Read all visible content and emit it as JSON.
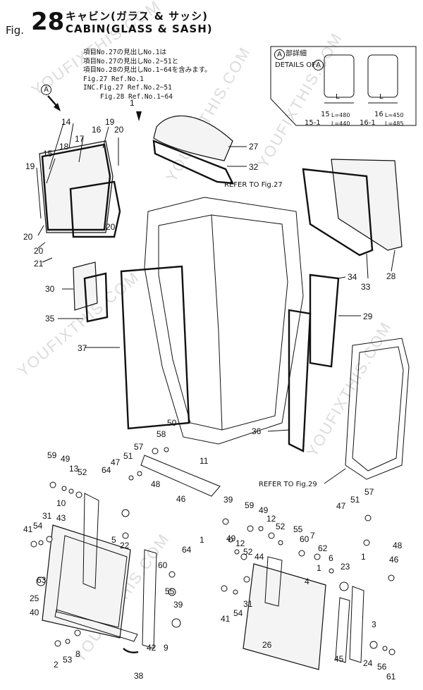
{
  "header": {
    "fig_prefix": "Fig.",
    "fig_number": "28",
    "title_jp": "キャビン(ガラス & サッシ)",
    "title_en": "CABIN(GLASS & SASH)"
  },
  "notes": [
    "項目No.27の見出しNo.1は",
    "項目No.27の見出しNo.2~51と",
    "項目No.28の見出しNo.1~64を含みます。",
    "Fig.27 Ref.No.1",
    "INC.Fig.27 Ref.No.2~51",
    "Fig.28 Ref.No.1~64"
  ],
  "details": {
    "marker": "A",
    "title_jp": "部詳細",
    "title_en": "DETAILS OF",
    "dim_label": "L",
    "specs": [
      {
        "ref": "15",
        "length": "L=480"
      },
      {
        "ref": "16",
        "length": "L=450"
      },
      {
        "ref": "15-1",
        "length": "L=440"
      },
      {
        "ref": "16-1",
        "length": "L=485"
      }
    ]
  },
  "references": {
    "upper": "REFER TO Fig.27",
    "lower": "REFER TO Fig.29"
  },
  "view_marker": "A",
  "watermark": "YOUFIXTHIS.COM",
  "callouts": [
    {
      "id": "c1a",
      "text": "1"
    },
    {
      "id": "c14",
      "text": "14"
    },
    {
      "id": "c16",
      "text": "16"
    },
    {
      "id": "c19a",
      "text": "19"
    },
    {
      "id": "c18",
      "text": "18"
    },
    {
      "id": "c17",
      "text": "17"
    },
    {
      "id": "c15",
      "text": "15"
    },
    {
      "id": "c20a",
      "text": "20"
    },
    {
      "id": "c19b",
      "text": "19"
    },
    {
      "id": "c20b",
      "text": "20"
    },
    {
      "id": "c20c",
      "text": "20"
    },
    {
      "id": "c20d",
      "text": "20"
    },
    {
      "id": "c21",
      "text": "21"
    },
    {
      "id": "c27",
      "text": "27"
    },
    {
      "id": "c32",
      "text": "32"
    },
    {
      "id": "c28",
      "text": "28"
    },
    {
      "id": "c33",
      "text": "33"
    },
    {
      "id": "c34",
      "text": "34"
    },
    {
      "id": "c29",
      "text": "29"
    },
    {
      "id": "c30",
      "text": "30"
    },
    {
      "id": "c35",
      "text": "35"
    },
    {
      "id": "c37",
      "text": "37"
    },
    {
      "id": "c36",
      "text": "36"
    },
    {
      "id": "c58",
      "text": "58"
    },
    {
      "id": "c50",
      "text": "50"
    },
    {
      "id": "c59a",
      "text": "59"
    },
    {
      "id": "c49a",
      "text": "49"
    },
    {
      "id": "c13",
      "text": "13"
    },
    {
      "id": "c52a",
      "text": "52"
    },
    {
      "id": "c57a",
      "text": "57"
    },
    {
      "id": "c51a",
      "text": "51"
    },
    {
      "id": "c64a",
      "text": "64"
    },
    {
      "id": "c47a",
      "text": "47"
    },
    {
      "id": "c11",
      "text": "11"
    },
    {
      "id": "c48a",
      "text": "48"
    },
    {
      "id": "c10",
      "text": "10"
    },
    {
      "id": "c43",
      "text": "43"
    },
    {
      "id": "c31a",
      "text": "31"
    },
    {
      "id": "c41a",
      "text": "41"
    },
    {
      "id": "c54a",
      "text": "54"
    },
    {
      "id": "c5",
      "text": "5"
    },
    {
      "id": "c22",
      "text": "22"
    },
    {
      "id": "c46a",
      "text": "46"
    },
    {
      "id": "c1b",
      "text": "1"
    },
    {
      "id": "c64b",
      "text": "64"
    },
    {
      "id": "c63",
      "text": "63"
    },
    {
      "id": "c60a",
      "text": "60"
    },
    {
      "id": "c55a",
      "text": "55"
    },
    {
      "id": "c25",
      "text": "25"
    },
    {
      "id": "c39a",
      "text": "39"
    },
    {
      "id": "c40",
      "text": "40"
    },
    {
      "id": "c2",
      "text": "2"
    },
    {
      "id": "c53",
      "text": "53"
    },
    {
      "id": "c8",
      "text": "8"
    },
    {
      "id": "c42",
      "text": "42"
    },
    {
      "id": "c9",
      "text": "9"
    },
    {
      "id": "c38",
      "text": "38"
    },
    {
      "id": "c39b",
      "text": "39"
    },
    {
      "id": "c59b",
      "text": "59"
    },
    {
      "id": "c49b",
      "text": "49"
    },
    {
      "id": "c12a",
      "text": "12"
    },
    {
      "id": "c52b",
      "text": "52"
    },
    {
      "id": "c55b",
      "text": "55"
    },
    {
      "id": "c60b",
      "text": "60"
    },
    {
      "id": "c7",
      "text": "7"
    },
    {
      "id": "c47b",
      "text": "47"
    },
    {
      "id": "c51b",
      "text": "51"
    },
    {
      "id": "c57b",
      "text": "57"
    },
    {
      "id": "c48b",
      "text": "48"
    },
    {
      "id": "c49c",
      "text": "49"
    },
    {
      "id": "c12b",
      "text": "12"
    },
    {
      "id": "c52c",
      "text": "52"
    },
    {
      "id": "c44",
      "text": "44"
    },
    {
      "id": "c62",
      "text": "62"
    },
    {
      "id": "c1c",
      "text": "1"
    },
    {
      "id": "c1d",
      "text": "1"
    },
    {
      "id": "c6",
      "text": "6"
    },
    {
      "id": "c23",
      "text": "23"
    },
    {
      "id": "c46b",
      "text": "46"
    },
    {
      "id": "c4",
      "text": "4"
    },
    {
      "id": "c31b",
      "text": "31"
    },
    {
      "id": "c41b",
      "text": "41"
    },
    {
      "id": "c54b",
      "text": "54"
    },
    {
      "id": "c26",
      "text": "26"
    },
    {
      "id": "c3",
      "text": "3"
    },
    {
      "id": "c45",
      "text": "45"
    },
    {
      "id": "c24",
      "text": "24"
    },
    {
      "id": "c56",
      "text": "56"
    },
    {
      "id": "c61",
      "text": "61"
    }
  ]
}
